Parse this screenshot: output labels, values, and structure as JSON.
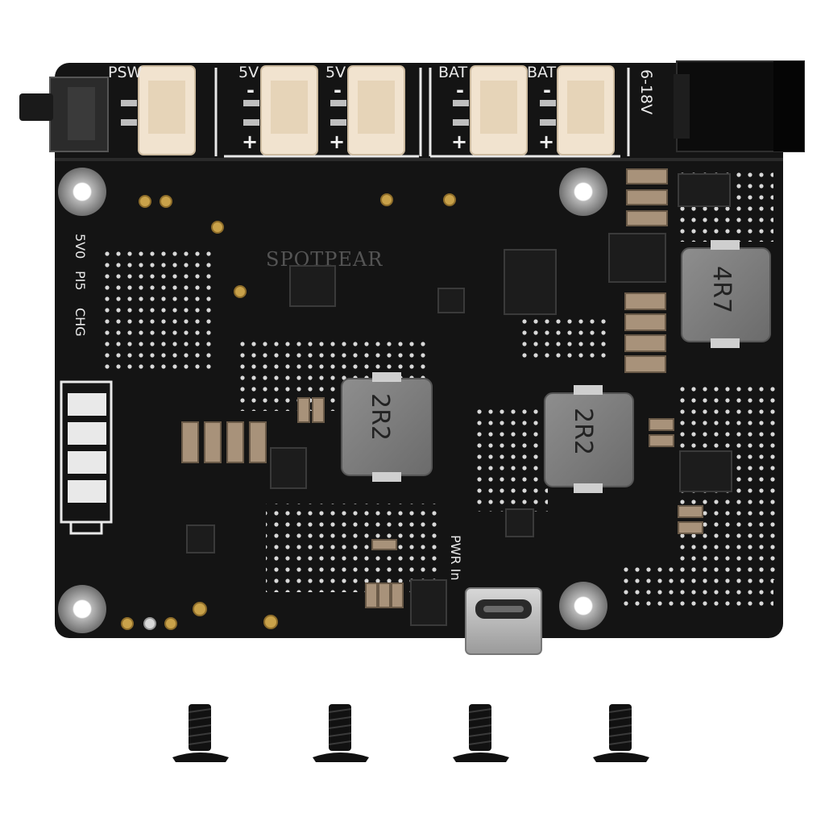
{
  "board": {
    "watermark": "SPOTPEAR",
    "header_labels": {
      "psw": "PSW",
      "v5_a": "5V",
      "v5_b": "5V",
      "bat_a": "BAT",
      "bat_b": "BAT",
      "dc_range": "6-18V"
    },
    "polarity": {
      "minus": "-",
      "plus": "+"
    },
    "side_labels": {
      "led_5v": "5V0",
      "led_pi5": "PI5",
      "led_chg": "CHG"
    },
    "inductors": {
      "left": "2R2",
      "right": "2R2",
      "top_right": "4R7"
    },
    "usb_label": "PWR In"
  },
  "screws": {
    "count": 4
  },
  "colors": {
    "pcb": "#141414",
    "silkscreen": "#e9e9e9",
    "connector": "#f1e3cf",
    "inductor": "#7d7d7d",
    "gold": "#c9a24a",
    "screw": "#111111"
  }
}
